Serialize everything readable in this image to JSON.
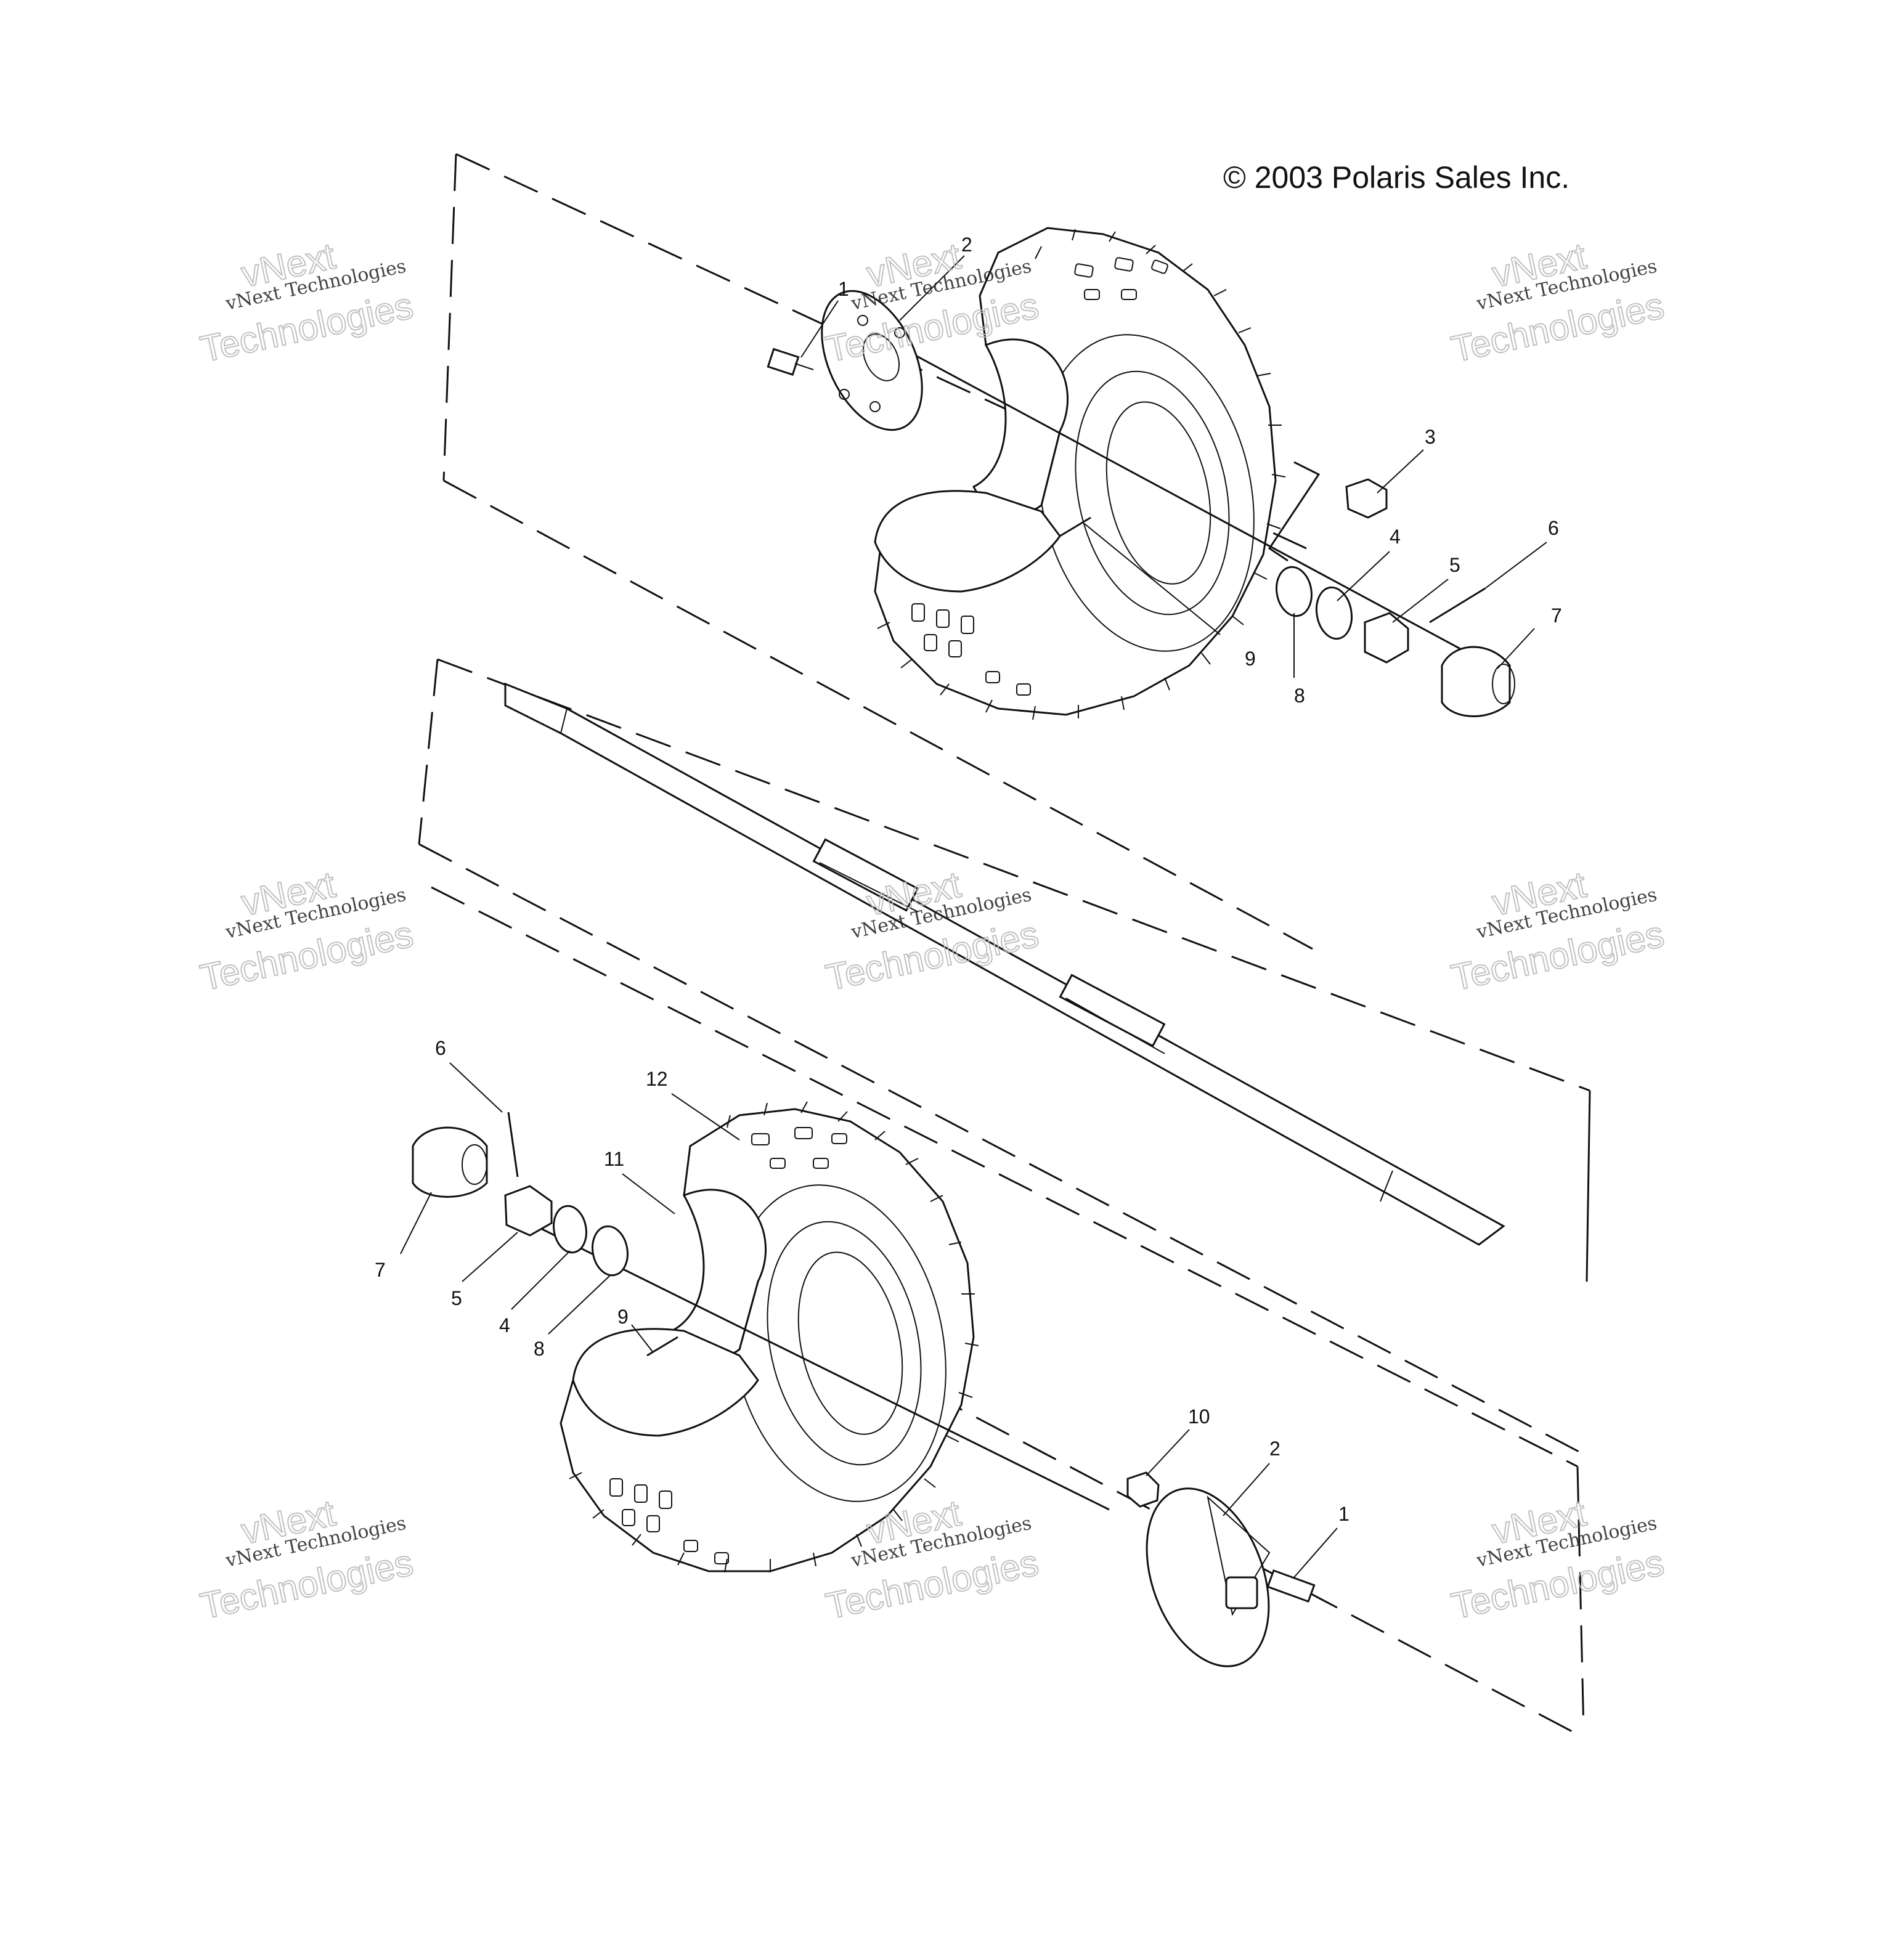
{
  "copyright": "© 2003 Polaris Sales Inc.",
  "watermark": {
    "small": "vNext Technologies",
    "brand": "vNext",
    "large": "Technologies"
  },
  "callouts": {
    "top": [
      "1",
      "2",
      "3",
      "4",
      "5",
      "6",
      "7",
      "8",
      "9"
    ],
    "bottom": [
      "6",
      "12",
      "11",
      "7",
      "5",
      "4",
      "8",
      "9",
      "10",
      "2",
      "1"
    ]
  },
  "colors": {
    "line": "#111111",
    "background": "#ffffff",
    "watermark": "#bbbbbb"
  }
}
